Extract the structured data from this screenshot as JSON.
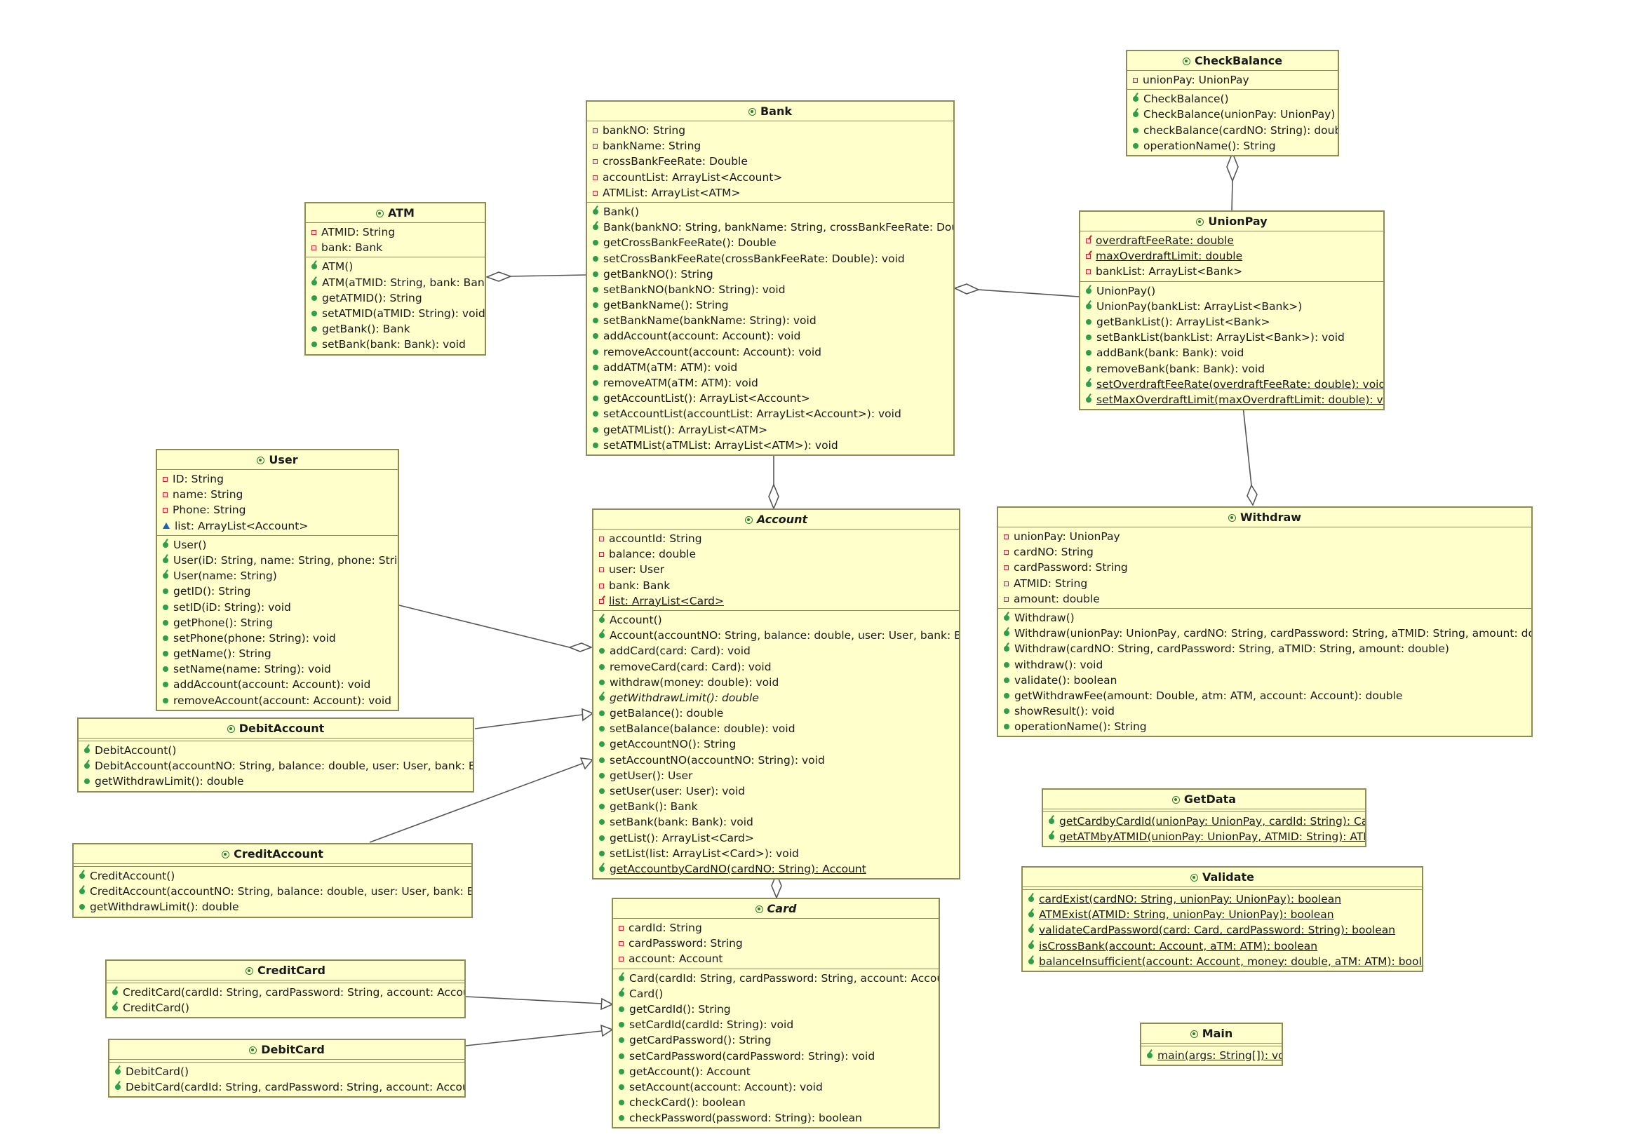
{
  "diagram": {
    "colors": {
      "box_fill": "#ffffcc",
      "box_border": "#8c8c5a",
      "line": "#555555"
    },
    "classes": {
      "checkbalance": {
        "name": "CheckBalance",
        "abstract": false,
        "fields": [
          {
            "v": "priv",
            "t": "unionPay: UnionPay"
          }
        ],
        "methods": [
          {
            "v": "ctor",
            "t": "CheckBalance()"
          },
          {
            "v": "ctor",
            "t": "CheckBalance(unionPay: UnionPay)"
          },
          {
            "v": "pub",
            "t": "checkBalance(cardNO: String): double"
          },
          {
            "v": "pub",
            "t": "operationName(): String"
          }
        ]
      },
      "bank": {
        "name": "Bank",
        "abstract": false,
        "fields": [
          {
            "v": "priv",
            "t": "bankNO: String"
          },
          {
            "v": "priv",
            "t": "bankName: String"
          },
          {
            "v": "priv",
            "t": "crossBankFeeRate: Double"
          },
          {
            "v": "priv",
            "t": "accountList: ArrayList<Account>"
          },
          {
            "v": "priv",
            "t": "ATMList: ArrayList<ATM>"
          }
        ],
        "methods": [
          {
            "v": "ctor",
            "t": "Bank()"
          },
          {
            "v": "ctor",
            "t": "Bank(bankNO: String, bankName: String, crossBankFeeRate: Double)"
          },
          {
            "v": "pub",
            "t": "getCrossBankFeeRate(): Double"
          },
          {
            "v": "pub",
            "t": "setCrossBankFeeRate(crossBankFeeRate: Double): void"
          },
          {
            "v": "pub",
            "t": "getBankNO(): String"
          },
          {
            "v": "pub",
            "t": "setBankNO(bankNO: String): void"
          },
          {
            "v": "pub",
            "t": "getBankName(): String"
          },
          {
            "v": "pub",
            "t": "setBankName(bankName: String): void"
          },
          {
            "v": "pub",
            "t": "addAccount(account: Account): void"
          },
          {
            "v": "pub",
            "t": "removeAccount(account: Account): void"
          },
          {
            "v": "pub",
            "t": "addATM(aTM: ATM): void"
          },
          {
            "v": "pub",
            "t": "removeATM(aTM: ATM): void"
          },
          {
            "v": "pub",
            "t": "getAccountList(): ArrayList<Account>"
          },
          {
            "v": "pub",
            "t": "setAccountList(accountList: ArrayList<Account>): void"
          },
          {
            "v": "pub",
            "t": "getATMList(): ArrayList<ATM>"
          },
          {
            "v": "pub",
            "t": "setATMList(aTMList: ArrayList<ATM>): void"
          }
        ]
      },
      "atm": {
        "name": "ATM",
        "abstract": false,
        "fields": [
          {
            "v": "priv",
            "t": "ATMID: String"
          },
          {
            "v": "priv",
            "t": "bank: Bank"
          }
        ],
        "methods": [
          {
            "v": "ctor",
            "t": "ATM()"
          },
          {
            "v": "ctor",
            "t": "ATM(aTMID: String, bank: Bank)"
          },
          {
            "v": "pub",
            "t": "getATMID(): String"
          },
          {
            "v": "pub",
            "t": "setATMID(aTMID: String): void"
          },
          {
            "v": "pub",
            "t": "getBank(): Bank"
          },
          {
            "v": "pub",
            "t": "setBank(bank: Bank): void"
          }
        ]
      },
      "unionpay": {
        "name": "UnionPay",
        "abstract": false,
        "fields": [
          {
            "v": "sfld",
            "t": "overdraftFeeRate: double",
            "s": true
          },
          {
            "v": "sfld",
            "t": "maxOverdraftLimit: double",
            "s": true
          },
          {
            "v": "priv",
            "t": "bankList: ArrayList<Bank>"
          }
        ],
        "methods": [
          {
            "v": "ctor",
            "t": "UnionPay()"
          },
          {
            "v": "ctor",
            "t": "UnionPay(bankList: ArrayList<Bank>)"
          },
          {
            "v": "pub",
            "t": "getBankList(): ArrayList<Bank>"
          },
          {
            "v": "pub",
            "t": "setBankList(bankList: ArrayList<Bank>): void"
          },
          {
            "v": "pub",
            "t": "addBank(bank: Bank): void"
          },
          {
            "v": "pub",
            "t": "removeBank(bank: Bank): void"
          },
          {
            "v": "ctor",
            "t": "setOverdraftFeeRate(overdraftFeeRate: double): void",
            "s": true
          },
          {
            "v": "ctor",
            "t": "setMaxOverdraftLimit(maxOverdraftLimit: double): void",
            "s": true
          }
        ]
      },
      "user": {
        "name": "User",
        "abstract": false,
        "fields": [
          {
            "v": "priv",
            "t": "ID: String"
          },
          {
            "v": "priv",
            "t": "name: String"
          },
          {
            "v": "priv",
            "t": "Phone: String"
          },
          {
            "v": "pkg",
            "t": "list: ArrayList<Account>"
          }
        ],
        "methods": [
          {
            "v": "ctor",
            "t": "User()"
          },
          {
            "v": "ctor",
            "t": "User(iD: String, name: String, phone: String)"
          },
          {
            "v": "ctor",
            "t": "User(name: String)"
          },
          {
            "v": "pub",
            "t": "getID(): String"
          },
          {
            "v": "pub",
            "t": "setID(iD: String): void"
          },
          {
            "v": "pub",
            "t": "getPhone(): String"
          },
          {
            "v": "pub",
            "t": "setPhone(phone: String): void"
          },
          {
            "v": "pub",
            "t": "getName(): String"
          },
          {
            "v": "pub",
            "t": "setName(name: String): void"
          },
          {
            "v": "pub",
            "t": "addAccount(account: Account): void"
          },
          {
            "v": "pub",
            "t": "removeAccount(account: Account): void"
          }
        ]
      },
      "account": {
        "name": "Account",
        "abstract": true,
        "fields": [
          {
            "v": "priv",
            "t": "accountId: String"
          },
          {
            "v": "priv",
            "t": "balance: double"
          },
          {
            "v": "priv",
            "t": "user: User"
          },
          {
            "v": "priv",
            "t": "bank: Bank"
          },
          {
            "v": "sfld",
            "t": "list: ArrayList<Card>",
            "s": true
          }
        ],
        "methods": [
          {
            "v": "ctor",
            "t": "Account()"
          },
          {
            "v": "ctor",
            "t": "Account(accountNO: String, balance: double, user: User, bank: Bank)"
          },
          {
            "v": "pub",
            "t": "addCard(card: Card): void"
          },
          {
            "v": "pub",
            "t": "removeCard(card: Card): void"
          },
          {
            "v": "pub",
            "t": "withdraw(money: double): void"
          },
          {
            "v": "ctor",
            "t": "getWithdrawLimit(): double",
            "a": true
          },
          {
            "v": "pub",
            "t": "getBalance(): double"
          },
          {
            "v": "pub",
            "t": "setBalance(balance: double): void"
          },
          {
            "v": "pub",
            "t": "getAccountNO(): String"
          },
          {
            "v": "pub",
            "t": "setAccountNO(accountNO: String): void"
          },
          {
            "v": "pub",
            "t": "getUser(): User"
          },
          {
            "v": "pub",
            "t": "setUser(user: User): void"
          },
          {
            "v": "pub",
            "t": "getBank(): Bank"
          },
          {
            "v": "pub",
            "t": "setBank(bank: Bank): void"
          },
          {
            "v": "pub",
            "t": "getList(): ArrayList<Card>"
          },
          {
            "v": "pub",
            "t": "setList(list: ArrayList<Card>): void"
          },
          {
            "v": "ctor",
            "t": "getAccountbyCardNO(cardNO: String): Account",
            "s": true
          }
        ]
      },
      "withdraw": {
        "name": "Withdraw",
        "abstract": false,
        "fields": [
          {
            "v": "priv",
            "t": "unionPay: UnionPay"
          },
          {
            "v": "priv",
            "t": "cardNO: String"
          },
          {
            "v": "priv",
            "t": "cardPassword: String"
          },
          {
            "v": "priv",
            "t": "ATMID: String"
          },
          {
            "v": "priv",
            "t": "amount: double"
          }
        ],
        "methods": [
          {
            "v": "ctor",
            "t": "Withdraw()"
          },
          {
            "v": "ctor",
            "t": "Withdraw(unionPay: UnionPay, cardNO: String, cardPassword: String, aTMID: String, amount: double)"
          },
          {
            "v": "ctor",
            "t": "Withdraw(cardNO: String, cardPassword: String, aTMID: String, amount: double)"
          },
          {
            "v": "pub",
            "t": "withdraw(): void"
          },
          {
            "v": "pub",
            "t": "validate(): boolean"
          },
          {
            "v": "pub",
            "t": "getWithdrawFee(amount: Double, atm: ATM, account: Account): double"
          },
          {
            "v": "pub",
            "t": "showResult(): void"
          },
          {
            "v": "pub",
            "t": "operationName(): String"
          }
        ]
      },
      "debitaccount": {
        "name": "DebitAccount",
        "abstract": false,
        "fields": [],
        "methods": [
          {
            "v": "ctor",
            "t": "DebitAccount()"
          },
          {
            "v": "ctor",
            "t": "DebitAccount(accountNO: String, balance: double, user: User, bank: Bank)"
          },
          {
            "v": "pub",
            "t": "getWithdrawLimit(): double"
          }
        ]
      },
      "creditaccount": {
        "name": "CreditAccount",
        "abstract": false,
        "fields": [],
        "methods": [
          {
            "v": "ctor",
            "t": "CreditAccount()"
          },
          {
            "v": "ctor",
            "t": "CreditAccount(accountNO: String, balance: double, user: User, bank: Bank)"
          },
          {
            "v": "pub",
            "t": "getWithdrawLimit(): double"
          }
        ]
      },
      "getdata": {
        "name": "GetData",
        "abstract": false,
        "fields": [],
        "methods": [
          {
            "v": "ctor",
            "t": "getCardbyCardId(unionPay: UnionPay, cardId: String): Card",
            "s": true
          },
          {
            "v": "ctor",
            "t": "getATMbyATMID(unionPay: UnionPay, ATMID: String): ATM",
            "s": true
          }
        ]
      },
      "validate": {
        "name": "Validate",
        "abstract": false,
        "fields": [],
        "methods": [
          {
            "v": "ctor",
            "t": "cardExist(cardNO: String, unionPay: UnionPay): boolean",
            "s": true
          },
          {
            "v": "ctor",
            "t": "ATMExist(ATMID: String, unionPay: UnionPay): boolean",
            "s": true
          },
          {
            "v": "ctor",
            "t": "validateCardPassword(card: Card, cardPassword: String): boolean",
            "s": true
          },
          {
            "v": "ctor",
            "t": "isCrossBank(account: Account, aTM: ATM): boolean",
            "s": true
          },
          {
            "v": "ctor",
            "t": "balanceInsufficient(account: Account, money: double, aTM: ATM): boolean",
            "s": true
          }
        ]
      },
      "card": {
        "name": "Card",
        "abstract": true,
        "fields": [
          {
            "v": "priv",
            "t": "cardId: String"
          },
          {
            "v": "priv",
            "t": "cardPassword: String"
          },
          {
            "v": "priv",
            "t": "account: Account"
          }
        ],
        "methods": [
          {
            "v": "ctor",
            "t": "Card(cardId: String, cardPassword: String, account: Account)"
          },
          {
            "v": "ctor",
            "t": "Card()"
          },
          {
            "v": "pub",
            "t": "getCardId(): String"
          },
          {
            "v": "pub",
            "t": "setCardId(cardId: String): void"
          },
          {
            "v": "pub",
            "t": "getCardPassword(): String"
          },
          {
            "v": "pub",
            "t": "setCardPassword(cardPassword: String): void"
          },
          {
            "v": "pub",
            "t": "getAccount(): Account"
          },
          {
            "v": "pub",
            "t": "setAccount(account: Account): void"
          },
          {
            "v": "pub",
            "t": "checkCard(): boolean"
          },
          {
            "v": "pub",
            "t": "checkPassword(password: String): boolean"
          }
        ]
      },
      "creditcard": {
        "name": "CreditCard",
        "abstract": false,
        "fields": [],
        "methods": [
          {
            "v": "ctor",
            "t": "CreditCard(cardId: String, cardPassword: String, account: Account)"
          },
          {
            "v": "ctor",
            "t": "CreditCard()"
          }
        ]
      },
      "debitcard": {
        "name": "DebitCard",
        "abstract": false,
        "fields": [],
        "methods": [
          {
            "v": "ctor",
            "t": "DebitCard()"
          },
          {
            "v": "ctor",
            "t": "DebitCard(cardId: String, cardPassword: String, account: Account)"
          }
        ]
      },
      "main": {
        "name": "Main",
        "abstract": false,
        "fields": [],
        "methods": [
          {
            "v": "ctor",
            "t": "main(args: String[]): void",
            "s": true
          }
        ]
      }
    }
  }
}
